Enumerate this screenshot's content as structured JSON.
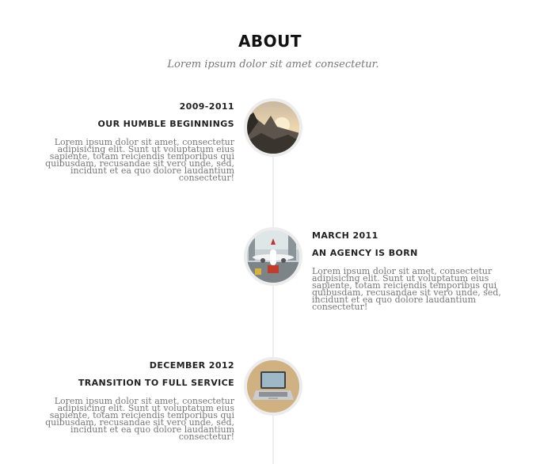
{
  "header": {
    "title": "ABOUT",
    "subtitle": "Lorem ipsum dolor sit amet consectetur."
  },
  "timeline": [
    {
      "date": "2009-2011",
      "heading": "OUR HUMBLE BEGINNINGS",
      "body": "Lorem ipsum dolor sit amet, consectetur adipisicing elit. Sunt ut voluptatum eius sapiente, totam reiciendis temporibus qui quibusdam, recusandae sit vero unde, sed, incidunt et ea quo dolore laudantium consectetur!",
      "side": "left",
      "image": "mountain-sunset-photo"
    },
    {
      "date": "MARCH 2011",
      "heading": "AN AGENCY IS BORN",
      "body": "Lorem ipsum dolor sit amet, consectetur adipisicing elit. Sunt ut voluptatum eius sapiente, totam reiciendis temporibus qui quibusdam, recusandae sit vero unde, sed, incidunt et ea quo dolore laudantium consectetur!",
      "side": "right",
      "image": "airplane-photo"
    },
    {
      "date": "DECEMBER 2012",
      "heading": "TRANSITION TO FULL SERVICE",
      "body": "Lorem ipsum dolor sit amet, consectetur adipisicing elit. Sunt ut voluptatum eius sapiente, totam reiciendis temporibus qui quibusdam, recusandae sit vero unde, sed, incidunt et ea quo dolore laudantium consectetur!",
      "side": "left",
      "image": "laptop-photo"
    }
  ],
  "colors": {
    "line": "#eeeeee",
    "ring": "#ececec",
    "heading": "#222222",
    "muted": "#777777"
  }
}
